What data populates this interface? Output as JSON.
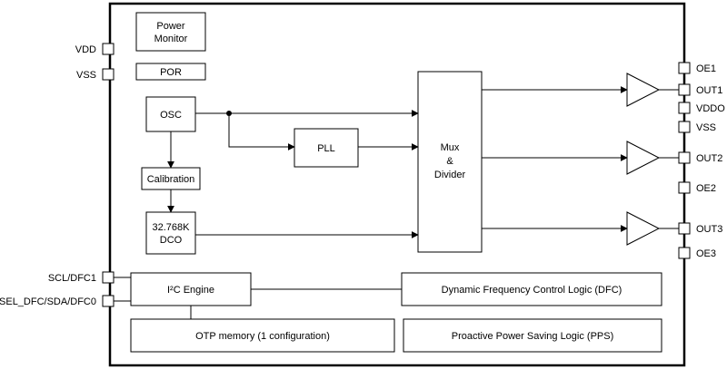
{
  "pins": {
    "vdd": "VDD",
    "vss": "VSS",
    "scl": "SCL/DFC1",
    "sel": "SEL_DFC/SDA/DFC0",
    "oe1": "OE1",
    "out1": "OUT1",
    "vddo": "VDDO",
    "vss_r": "VSS",
    "out2": "OUT2",
    "oe2": "OE2",
    "out3": "OUT3",
    "oe3": "OE3"
  },
  "blocks": {
    "power_monitor": [
      "Power",
      "Monitor"
    ],
    "por": "POR",
    "osc": "OSC",
    "pll": "PLL",
    "calibration": "Calibration",
    "dco": [
      "32.768K",
      "DCO"
    ],
    "mux": [
      "Mux",
      "&",
      "Divider"
    ],
    "i2c": "I²C Engine",
    "dfc": "Dynamic Frequency Control Logic (DFC)",
    "otp": "OTP memory (1 configuration)",
    "pps": "Proactive Power Saving Logic (PPS)"
  }
}
